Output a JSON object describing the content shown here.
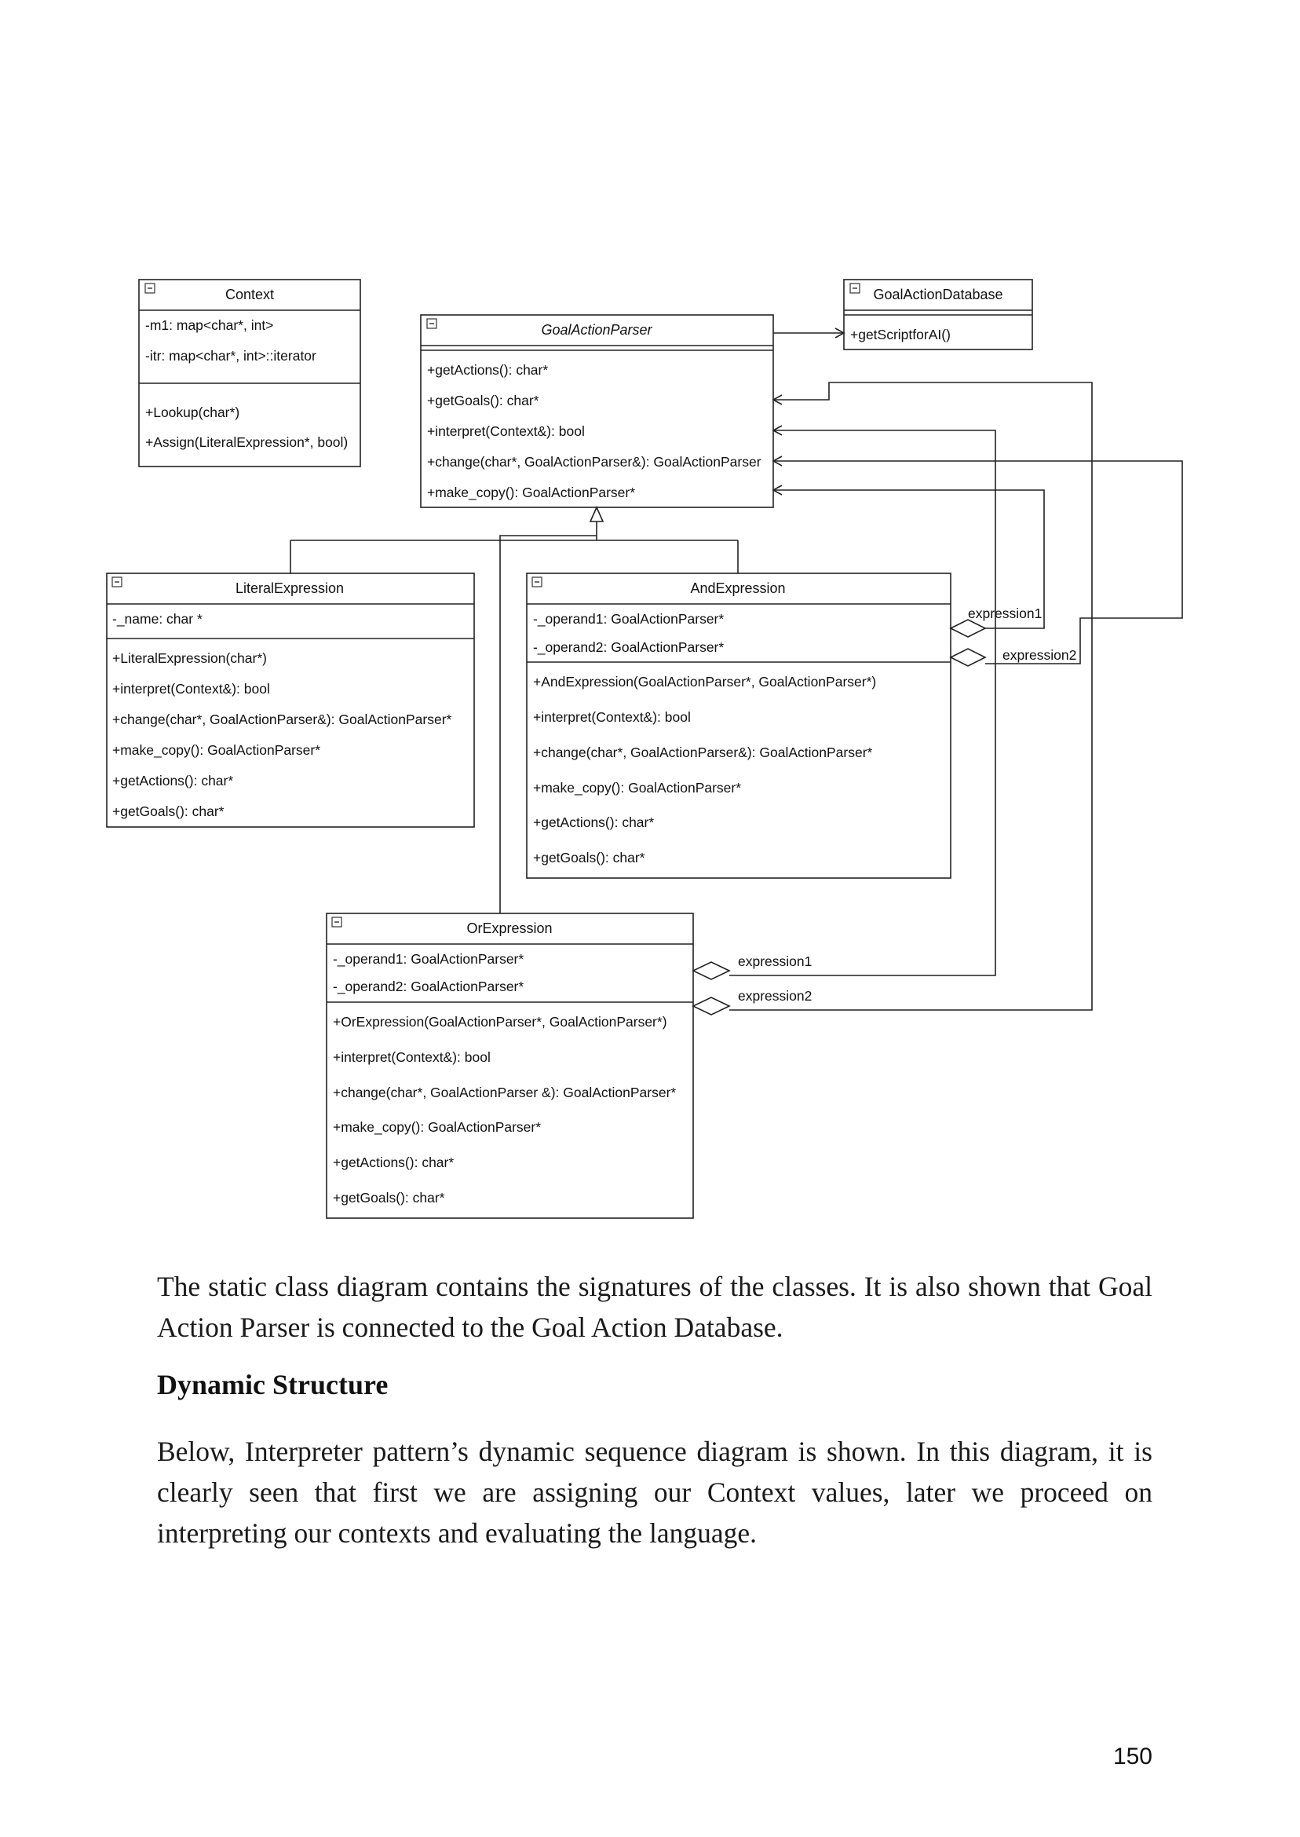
{
  "diagram": {
    "classes": {
      "context": {
        "name": "Context",
        "attributes": [
          "-m1: map<char*, int>",
          "-itr: map<char*, int>::iterator"
        ],
        "operations": [
          "+Lookup(char*)",
          "+Assign(LiteralExpression*, bool)"
        ]
      },
      "goal_action_parser": {
        "name": "GoalActionParser",
        "attributes": [],
        "operations": [
          "+getActions(): char*",
          "+getGoals(): char*",
          "+interpret(Context&): bool",
          "+change(char*, GoalActionParser&): GoalActionParser",
          "+make_copy(): GoalActionParser*"
        ]
      },
      "goal_action_database": {
        "name": "GoalActionDatabase",
        "attributes": [],
        "operations": [
          "+getScriptforAI()"
        ]
      },
      "literal_expression": {
        "name": "LiteralExpression",
        "attributes": [
          "-_name: char *"
        ],
        "operations": [
          "+LiteralExpression(char*)",
          "+interpret(Context&): bool",
          "+change(char*, GoalActionParser&): GoalActionParser*",
          "+make_copy(): GoalActionParser*",
          "+getActions(): char*",
          "+getGoals(): char*"
        ]
      },
      "and_expression": {
        "name": "AndExpression",
        "attributes": [
          "-_operand1: GoalActionParser*",
          "-_operand2: GoalActionParser*"
        ],
        "operations": [
          "+AndExpression(GoalActionParser*, GoalActionParser*)",
          "+interpret(Context&): bool",
          "+change(char*, GoalActionParser&): GoalActionParser*",
          "+make_copy(): GoalActionParser*",
          "+getActions(): char*",
          "+getGoals(): char*"
        ]
      },
      "or_expression": {
        "name": "OrExpression",
        "attributes": [
          "-_operand1: GoalActionParser*",
          "-_operand2: GoalActionParser*"
        ],
        "operations": [
          "+OrExpression(GoalActionParser*, GoalActionParser*)",
          "+interpret(Context&): bool",
          "+change(char*, GoalActionParser &): GoalActionParser*",
          "+make_copy(): GoalActionParser*",
          "+getActions(): char*",
          "+getGoals(): char*"
        ]
      }
    },
    "relations": {
      "and_expression1": "expression1",
      "and_expression2": "expression2",
      "or_expression1": "expression1",
      "or_expression2": "expression2"
    }
  },
  "text": {
    "paragraph1": "The static class diagram contains the signatures of the classes. It is also shown that Goal Action Parser is connected to the Goal Action Database.",
    "heading": "Dynamic Structure",
    "paragraph2": "Below, Interpreter pattern’s dynamic sequence diagram is shown. In this diagram, it is clearly seen that first we are assigning our Context values, later we proceed on interpreting our contexts and evaluating the language."
  },
  "page_number": "150"
}
